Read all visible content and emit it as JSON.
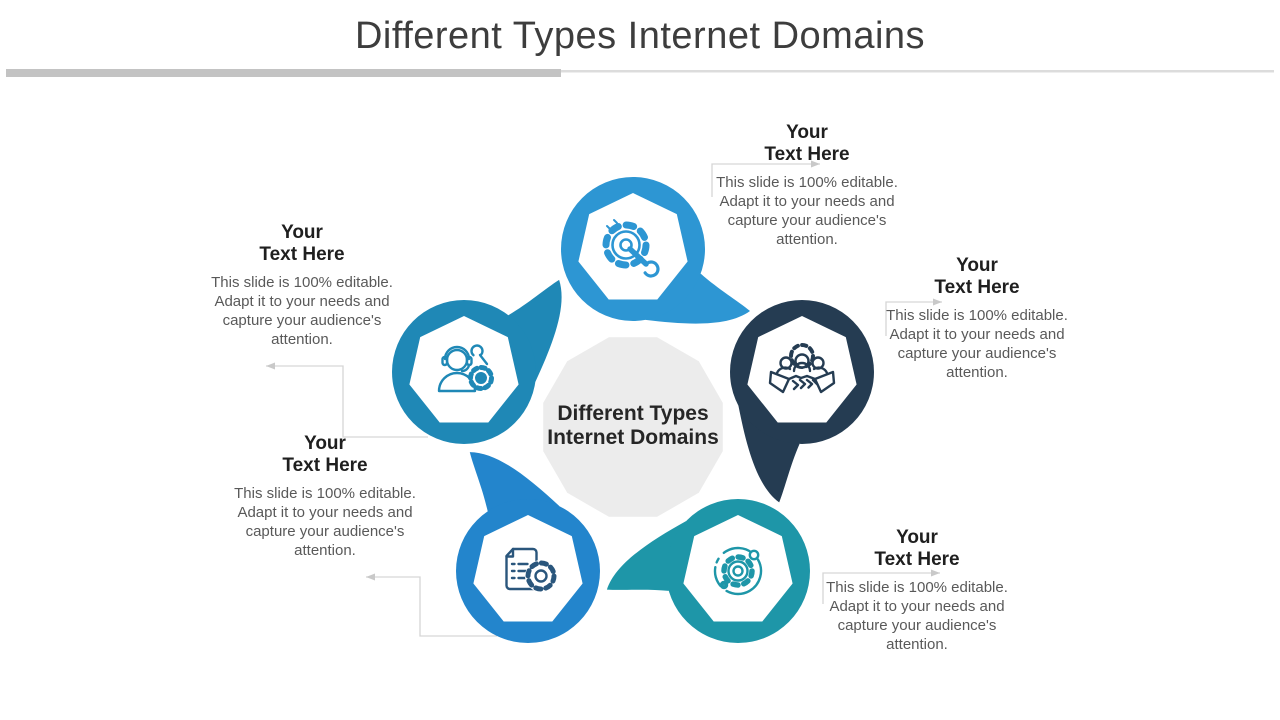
{
  "title": "Different Types Internet Domains",
  "underline": {
    "thick_color": "#C3C3C3",
    "thin_color": "#DCDCDC"
  },
  "connector_color": "#D6D6D6",
  "arrow_color": "#C9C9C9",
  "center_label": {
    "line1": "Different Types",
    "line2": "Internet Domains",
    "fill": "#ECECEC"
  },
  "items": [
    {
      "position": "top",
      "heading1": "Your",
      "heading2": "Text Here",
      "body": "This slide is 100% editable. Adapt it to your needs and capture your audience's attention.",
      "icon": "gear-wrench-icon",
      "color": "#2D96D3",
      "icon_color": "#2D96D3"
    },
    {
      "position": "right",
      "heading1": "Your",
      "heading2": "Text Here",
      "body": "This slide is 100% editable. Adapt it to your needs and capture your audience's attention.",
      "icon": "handshake-icon",
      "color": "#253C52",
      "icon_color": "#253C52"
    },
    {
      "position": "bottom-right",
      "heading1": "Your",
      "heading2": "Text Here",
      "body": "This slide is 100% editable. Adapt it to your needs and capture your audience's attention.",
      "icon": "orbit-gear-icon",
      "color": "#1E96A8",
      "icon_color": "#1E96A8"
    },
    {
      "position": "bottom-left",
      "heading1": "Your",
      "heading2": "Text Here",
      "body": "This slide is 100% editable. Adapt it to your needs and capture your audience's attention.",
      "icon": "document-gear-icon",
      "color": "#2385CC",
      "icon_color": "#2A567C"
    },
    {
      "position": "left",
      "heading1": "Your",
      "heading2": "Text Here",
      "body": "This slide is 100% editable. Adapt it to your needs and capture your audience's attention.",
      "icon": "support-agent-icon",
      "color": "#1F88B6",
      "icon_color": "#1F88B6"
    }
  ]
}
